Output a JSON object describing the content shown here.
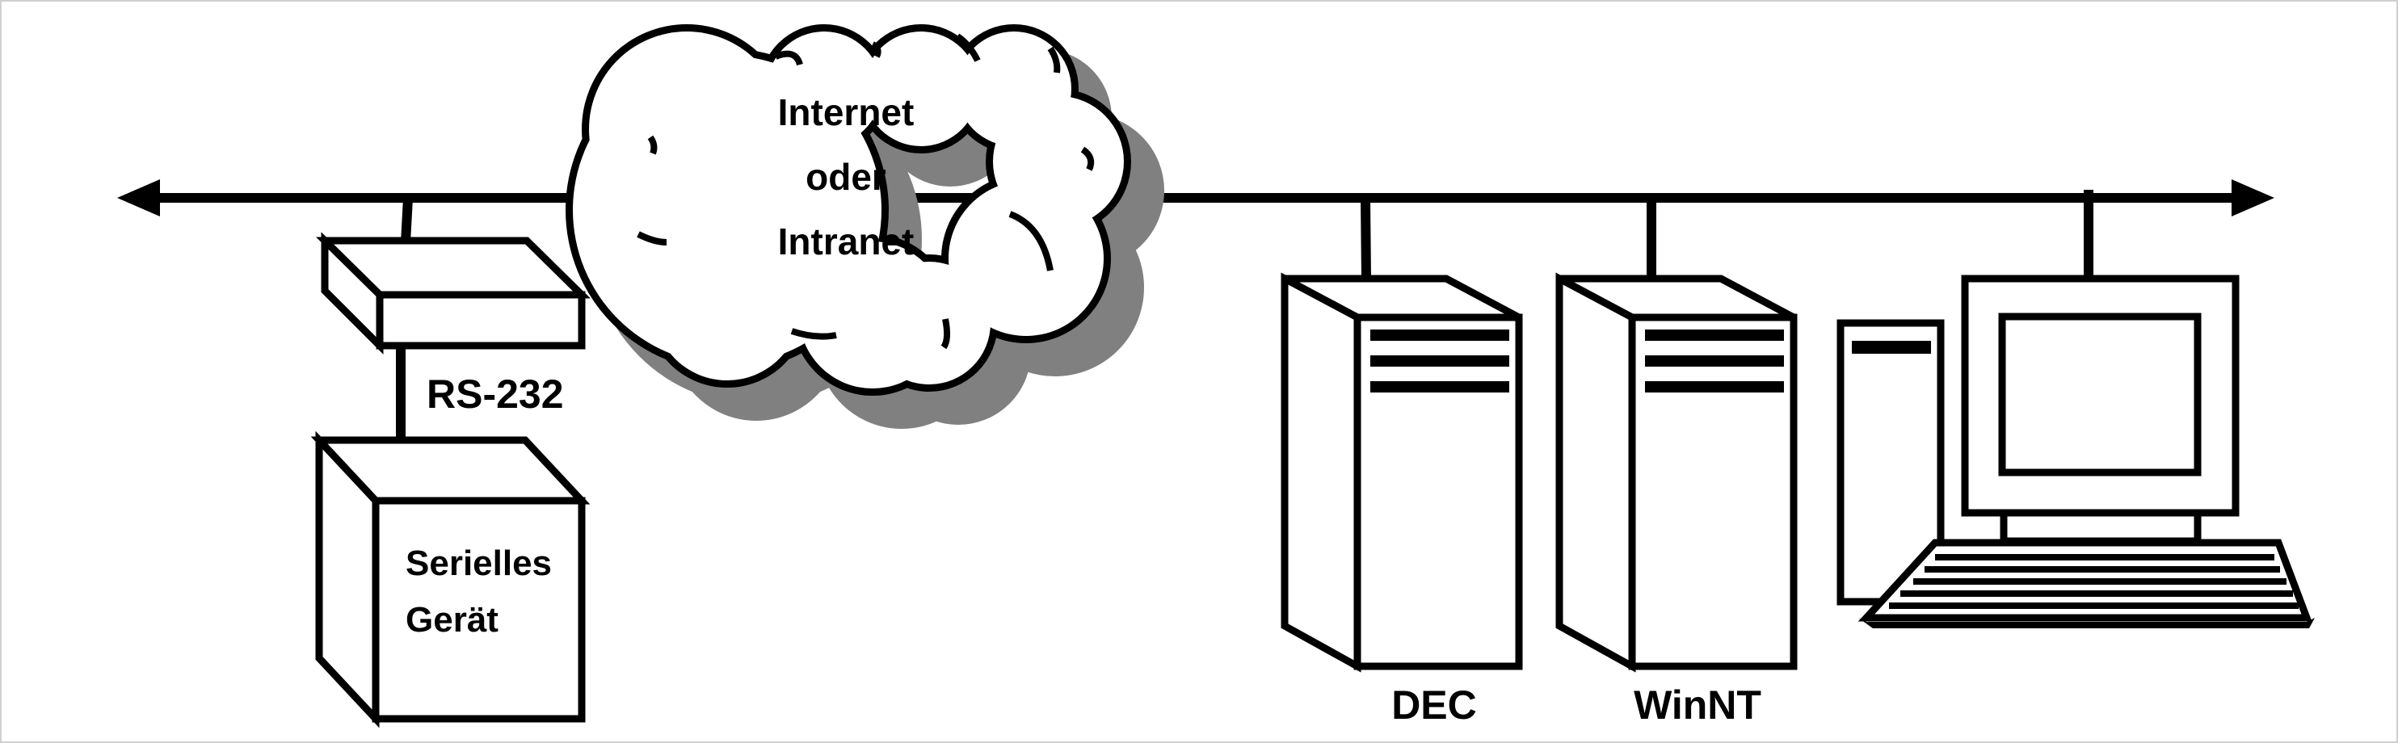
{
  "cloud": {
    "line1": "Internet",
    "line2": "oder",
    "line3": "Intranet"
  },
  "interface": {
    "label": "RS-232"
  },
  "device": {
    "line1": "Serielles",
    "line2": "Gerät"
  },
  "servers": {
    "dec": "DEC",
    "winnt": "WinNT"
  }
}
